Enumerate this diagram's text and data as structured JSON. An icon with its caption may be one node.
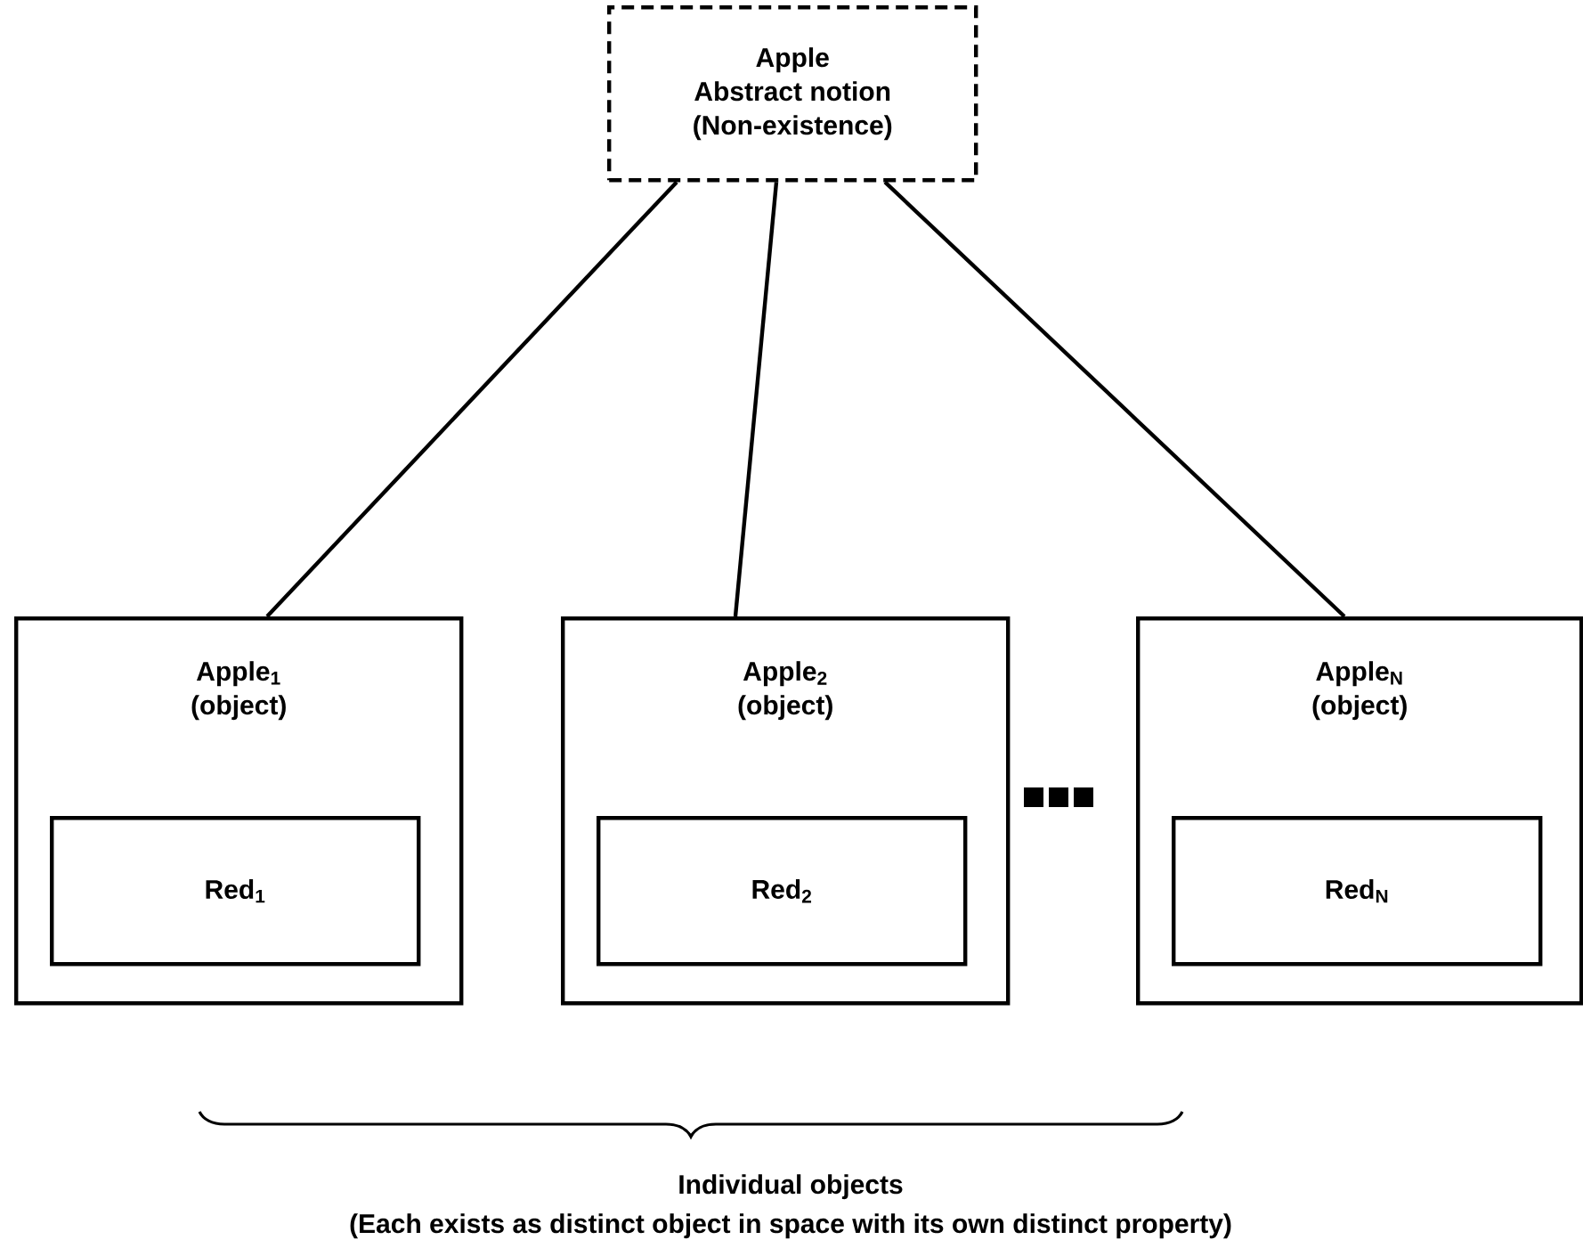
{
  "diagram": {
    "nodes": [
      {
        "text": [
          "Apple",
          "Abstract notion (Non-existence)"
        ]
      },
      {
        "text": [
          "Apple$_{1}$",
          "(object)"
        ]
      },
      {
        "text": [
          "Red$_{1}$"
        ],
        "in": 1
      },
      {
        "text": [
          "Apple$_{2}$",
          "(object)"
        ]
      },
      {
        "text": [
          "Red$_{2}$"
        ],
        "in": 3
      },
      {
        "text": [
          "Apple$_{N}$",
          "(object)"
        ]
      },
      {
        "text": [
          "Red$_{N}$"
        ],
        "in": 5
      }
    ],
    "edges": [
      {
        "from": 0,
        "to": 1,
        "arrow": "none"
      },
      {
        "from": 0,
        "to": 3,
        "arrow": "none"
      },
      {
        "from": 0,
        "to": 5,
        "arrow": "none"
      }
    ],
    "labels": [
      "Individual objects",
      "(Each exists as distinct object in space with its own distinct property)"
    ]
  }
}
